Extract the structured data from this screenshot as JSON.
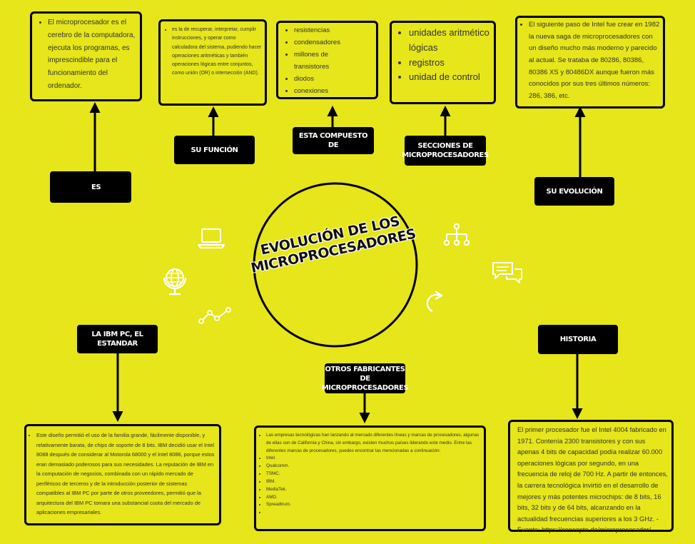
{
  "center": {
    "title": "EVOLUCIÓN DE LOS MICROPROCESADORES"
  },
  "labels": {
    "es": "ES",
    "su_funcion": "SU FUNCIÓN",
    "compuesto": "ESTA COMPUESTO DE",
    "secciones": "SECCIONES DE MICROPROCESADORES",
    "evolucion": "SU EVOLUCIÓN",
    "ibm": "LA IBM PC, EL ESTANDAR",
    "otros": "OTROS FABRICANTES DE MICROPROCESADORES",
    "historia": "HISTORIA"
  },
  "boxes": {
    "es": [
      "El microprocesador es el cerebro de la computadora, ejecuta los programas, es imprescindible para el funcionamiento del ordenador."
    ],
    "funcion": [
      "es la de recuperar, interpretar, cumplir instrucciones, y operar como calculadora del sistema, pudiendo hacer operaciones aritméticas y también operaciones lógicas entre conjuntos, como unión (OR) o intersección (AND)."
    ],
    "compuesto": [
      "resistencias",
      "condensadores",
      "millones de transistores",
      "diodos",
      "conexiones"
    ],
    "secciones": [
      "unidades aritmético lógicas",
      "registros",
      "unidad de control"
    ],
    "evolucion": [
      "El siguiente paso de Intel fue crear en 1982 la nueva saga de microprocesadores con un diseño mucho más moderno y parecido al actual. Se trataba de 80286, 80386, 80386 XS y 80486DX aunque fueron más conocidos por sus tres últimos números: 286, 386, etc."
    ],
    "ibm": [
      "Este diseño permitió el uso de la familia grande, fácilmente disponible, y relativamente barata, de chips de soporte de 8 bits. IBM decidió usar el Intel 8088 después de considerar al Motorola 68000 y el Intel 8086, porque estos eran demasiado poderosos para sus necesidades. La reputación de IBM en la computación de negocios, combinada con un rápido mercado de periféricos de terceros y de la introducción posterior de sistemas compatibles al IBM PC por parte de otros proveedores, permitió que la arquitectura del IBM PC tomara una substancial cuota del mercado de aplicaciones empresariales."
    ],
    "otros": [
      "Las empresas tecnológicas han lanzando al mercado diferentes líneas y marcas de procesadores, algunas de ellas son de California y China, sin embargo, existen muchos países liderando este medio. Entre las diferentes marcas de procesadores, puedes encontrar las mencionadas a continuación:",
      "Intel.",
      "Qualcomm.",
      "TSMC.",
      "IBM.",
      "MediaTek.",
      "AMD.",
      "Spreadtrum.",
      ""
    ],
    "historia": "El primer procesador fue el Intel 4004 fabricado en 1971. Contenía 2300 transistores y con sus apenas 4 bits de capacidad podía realizar 60.000 operaciones lógicas por segundo, en una frecuencia de reloj de 700 Hz. A partir de entonces, la carrera tecnológica invirtió en el desarrollo de mejores y más potentes microchips: de 8 bits, 16 bits, 32 bits y de 64 bits, alcanzando en la actualidad frecuencias superiores a los 3 GHz. - Fuente: https://concepto.de/microprocesador/"
  },
  "icons": [
    "laptop-icon",
    "globe-icon",
    "line-graph-icon",
    "org-chart-icon",
    "chat-bubbles-icon",
    "refresh-arrow-icon"
  ],
  "colors": {
    "background": "#e6e61a",
    "ink": "#000000",
    "label_text": "#ffffff",
    "box_text": "#333333"
  }
}
